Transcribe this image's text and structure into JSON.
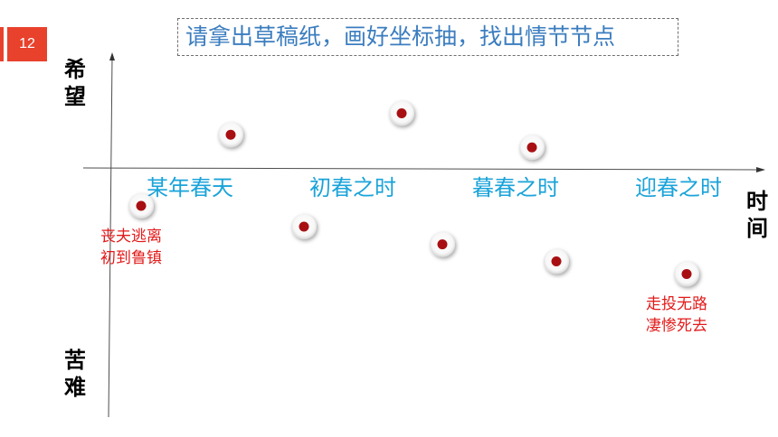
{
  "slide_number": "12",
  "instruction": "请拿出草稿纸，画好坐标抽，找出情节节点",
  "chart_data": {
    "type": "scatter",
    "categories": [
      "某年春天",
      "初春之时",
      "暮春之时",
      "迎春之时"
    ],
    "y_top_label": "希望",
    "y_bottom_label": "苦难",
    "x_axis_label": "时间",
    "x_range": [
      0,
      4
    ],
    "y_range": [
      -2,
      2
    ],
    "points": [
      {
        "x": 0.2,
        "y": -0.5,
        "note": "丧夫逃离\n初到鲁镇"
      },
      {
        "x": 0.75,
        "y": 0.46
      },
      {
        "x": 1.2,
        "y": -0.78
      },
      {
        "x": 1.8,
        "y": 0.75
      },
      {
        "x": 2.05,
        "y": -1.02
      },
      {
        "x": 2.6,
        "y": 0.29
      },
      {
        "x": 2.75,
        "y": -1.25
      },
      {
        "x": 3.55,
        "y": -1.42,
        "note": "走投无路\n凄惨死去"
      }
    ]
  }
}
